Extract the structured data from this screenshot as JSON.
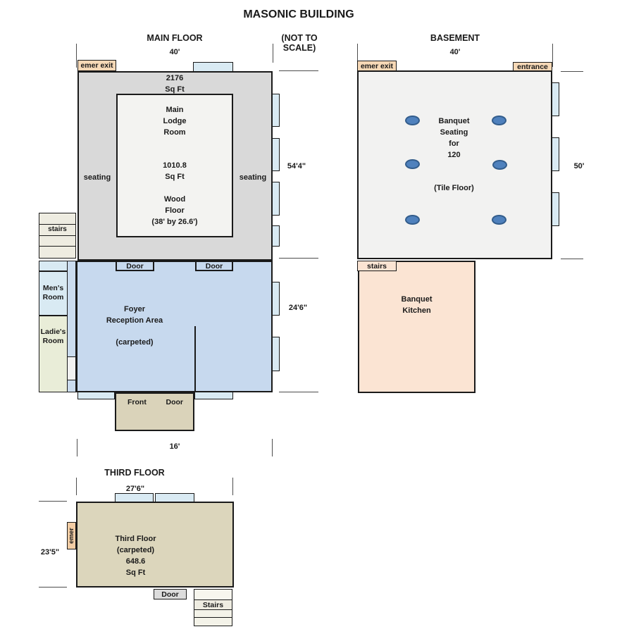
{
  "title": "MASONIC BUILDING",
  "main_floor": {
    "header": "MAIN FLOOR",
    "not_to_scale": "(NOT TO SCALE)",
    "dim_width": "40'",
    "dim_upper": "54'4\"",
    "dim_lower": "24'6\"",
    "dim_front": "16'",
    "emer_exit": "emer exit",
    "sqft1": "2176",
    "sqft2": "Sq Ft",
    "lodge1": "Main",
    "lodge2": "Lodge",
    "lodge3": "Room",
    "lodge_sqft1": "1010.8",
    "lodge_sqft2": "Sq Ft",
    "floor1": "Wood",
    "floor2": "Floor",
    "floor3": "(38' by 26.6')",
    "seating_left": "seating",
    "seating_right": "seating",
    "stairs": "stairs",
    "mens1": "Men's",
    "mens2": "Room",
    "ladies1": "Ladie's",
    "ladies2": "Room",
    "door_left": "Door",
    "door_right": "Door",
    "foyer1": "Foyer",
    "foyer2": "Reception Area",
    "foyer3": "(carpeted)",
    "front1": "Front",
    "front2": "Door"
  },
  "basement": {
    "header": "BASEMENT",
    "dim_width": "40'",
    "dim_height": "50'",
    "emer_exit": "emer exit",
    "entrance": "entrance",
    "seating1": "Banquet",
    "seating2": "Seating",
    "seating3": "for",
    "seating4": "120",
    "tile_floor": "(Tile Floor)",
    "stairs": "stairs",
    "kitchen1": "Banquet",
    "kitchen2": "Kitchen",
    "table_count": 6
  },
  "third_floor": {
    "header": "THIRD FLOOR",
    "dim_width": "27'6\"",
    "dim_height": "23'5\"",
    "emer": "emer",
    "line1": "Third Floor",
    "line2": "(carpeted)",
    "line3": "648.6",
    "line4": "Sq Ft",
    "door": "Door",
    "stairs": "Stairs"
  },
  "colors": {
    "wall": "#1a1a1a",
    "main_floor_gray": "#d9d9d9",
    "lodge_room": "#f3f3f1",
    "foyer_blue": "#c7d9ee",
    "window_blue": "#d9eaf3",
    "label_tan": "#f6d8b6",
    "emer_orange": "#f3cda4",
    "stairs_beige": "#eeece1",
    "ladies_green": "#e9edd8",
    "vestibule_tan": "#dad3ba",
    "third_floor_tan": "#dcd6bc",
    "basement_gray": "#f2f2f1",
    "kitchen_peach": "#fbe4d3",
    "table_blue": "#4f81bd",
    "door_gray": "#dcdcdc"
  }
}
